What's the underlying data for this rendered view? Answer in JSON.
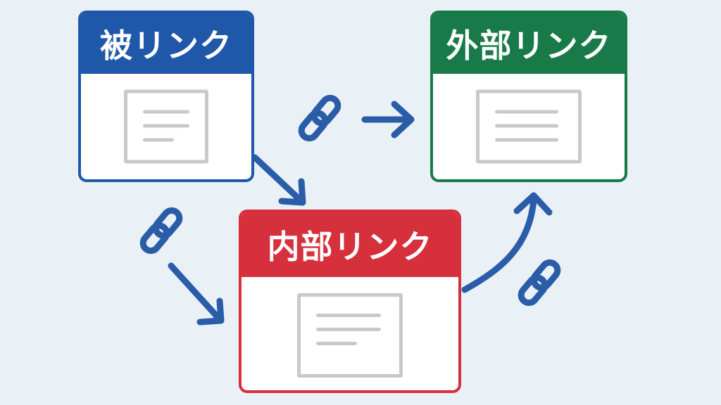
{
  "cards": {
    "hi_link": {
      "title": "被リンク",
      "color": "#1f57a9"
    },
    "external_link": {
      "title": "外部リンク",
      "color": "#197a49"
    },
    "internal_link": {
      "title": "内部リンク",
      "color": "#d6303d"
    }
  },
  "connector_color": "#2a5ca8",
  "icons": [
    "document-icon",
    "link-chain-icon",
    "arrow-icon"
  ]
}
